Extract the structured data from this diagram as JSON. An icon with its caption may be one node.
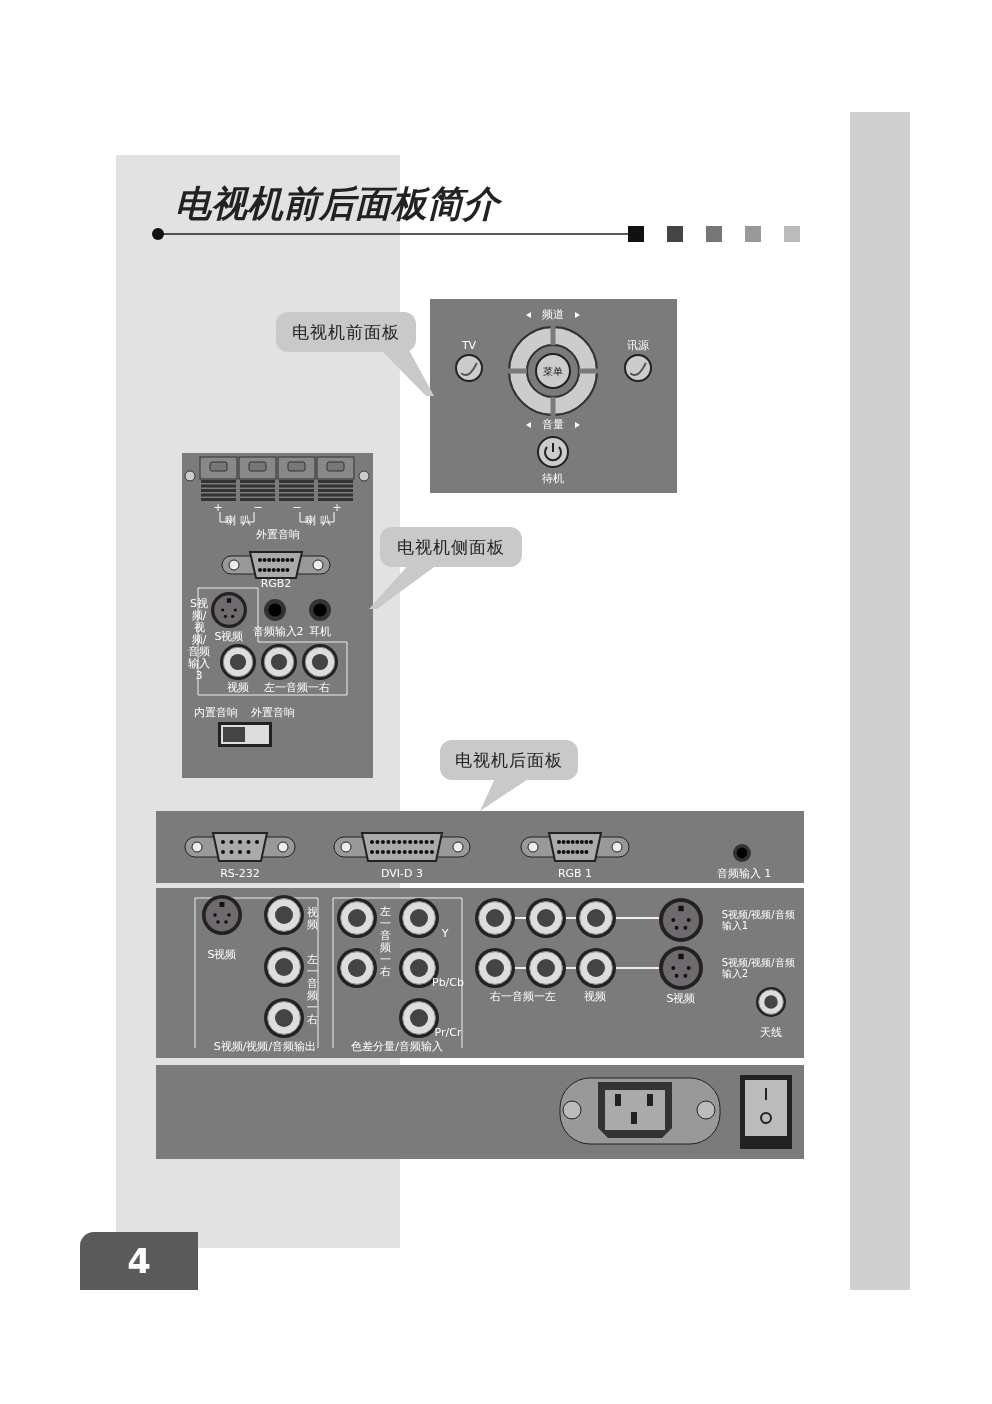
{
  "diagram": {
    "title": "电视机前后面板简介",
    "nodes": [
      {
        "text": [
          "电视机前面板"
        ]
      },
      {
        "text": [],
        "shape": "box"
      },
      {
        "text": [
          "电视机侧面板"
        ]
      },
      {
        "text": [],
        "shape": "box"
      },
      {
        "text": [
          "电视机后面板"
        ]
      },
      {
        "text": [],
        "shape": "box"
      }
    ],
    "edges": [
      {
        "from": 0,
        "to": 1,
        "arrow": "none"
      },
      {
        "from": 2,
        "to": 3,
        "arrow": "none"
      },
      {
        "from": 4,
        "to": 5,
        "arrow": "to"
      }
    ],
    "labels": [
      "频道",
      "TV",
      "讯源",
      "菜单",
      "音量",
      "待机",
      "+",
      "−",
      "−",
      "+",
      "喇 叭",
      "喇 叭",
      "外置音响",
      "RGB2",
      "S视频/视频/音频输入3",
      "S视频",
      "音频输入2",
      "耳机",
      "视频",
      "左一音频一右",
      "内置音响",
      "外置音响",
      "RS-232",
      "DVI-D 3",
      "RGB 1",
      "音频输入 1",
      "视频",
      "S视频",
      "左一音频一右",
      "左一音频一右",
      "Y",
      "Pb/Cb",
      "Pr/Cr",
      "S视频/视频/音频输入1",
      "S视频/视频/音频输入2",
      "右一音频一左",
      "视频",
      "S视频",
      "天线",
      "S视频/视频/音频输出",
      "色差分量/音频输入",
      "4"
    ]
  }
}
